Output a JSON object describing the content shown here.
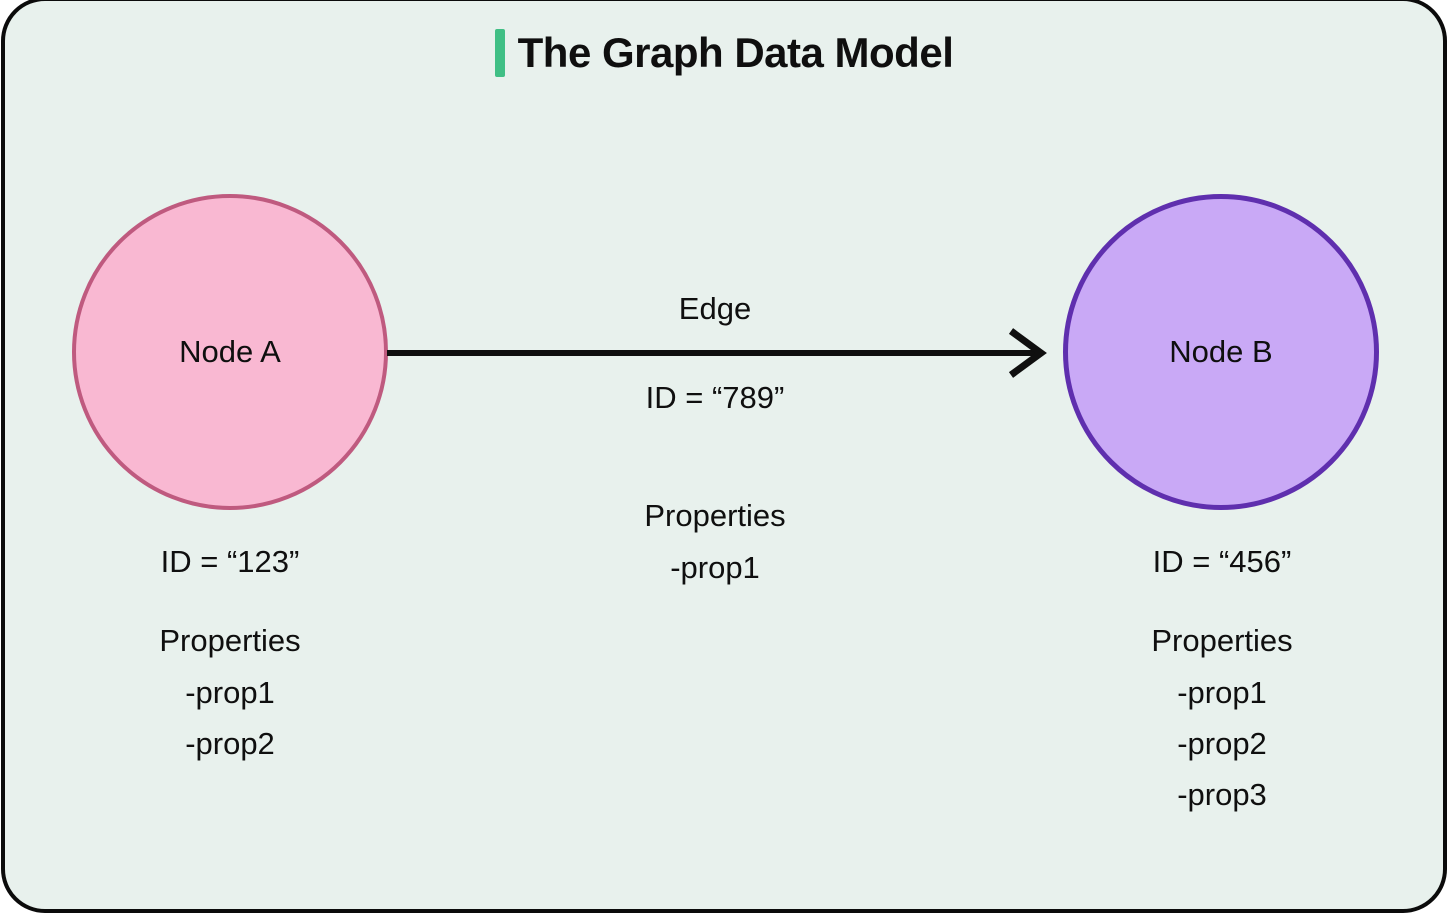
{
  "title": {
    "text": "The Graph Data Model",
    "accent_color": "#40bf85"
  },
  "canvas": {
    "background": "#e8f1ed",
    "frame_border_color": "#0b0b0b",
    "outer_background": "#ffffff"
  },
  "node_a": {
    "label": "Node A",
    "fill": "#f9b8d2",
    "stroke": "#bf5a7f",
    "id_text": "ID = “123”",
    "properties_title": "Properties",
    "properties": [
      "-prop1",
      "-prop2"
    ]
  },
  "node_b": {
    "label": "Node B",
    "fill": "#c9a9f6",
    "stroke": "#5f2fae",
    "id_text": "ID = “456”",
    "properties_title": "Properties",
    "properties": [
      "-prop1",
      "-prop2",
      "-prop3"
    ]
  },
  "edge": {
    "label": "Edge",
    "id_text": "ID = “789”",
    "properties_title": "Properties",
    "properties": [
      "-prop1"
    ],
    "arrow_color": "#0f0f0f"
  }
}
